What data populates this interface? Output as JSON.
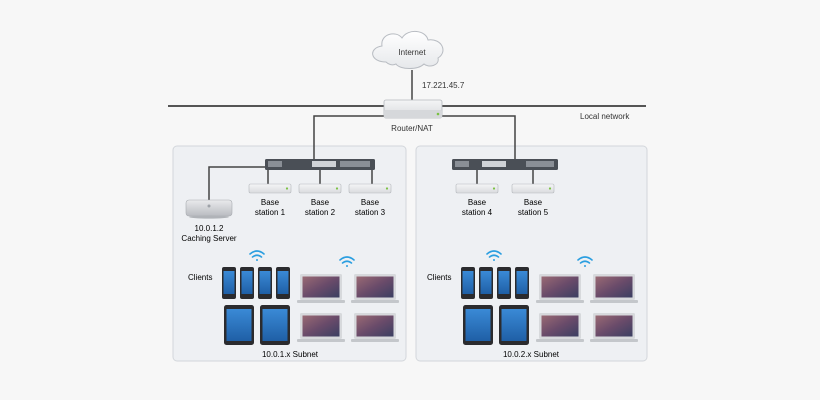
{
  "internet": {
    "label": "Internet"
  },
  "router": {
    "ip": "17.221.45.7",
    "label": "Router/NAT"
  },
  "local_network": {
    "label": "Local network"
  },
  "caching_server": {
    "ip": "10.0.1.2",
    "label": "Caching Server"
  },
  "left_subnet": {
    "label": "10.0.1.x Subnet",
    "clients_label": "Clients",
    "stations": [
      {
        "line1": "Base",
        "line2": "station 1"
      },
      {
        "line1": "Base",
        "line2": "station 2"
      },
      {
        "line1": "Base",
        "line2": "station 3"
      }
    ]
  },
  "right_subnet": {
    "label": "10.0.2.x Subnet",
    "clients_label": "Clients",
    "stations": [
      {
        "line1": "Base",
        "line2": "station 4"
      },
      {
        "line1": "Base",
        "line2": "station 5"
      }
    ]
  },
  "colors": {
    "panel_bg": "#eef0f3",
    "panel_border": "#d3d6db",
    "wire": "#444444",
    "switch_body": "#4a4f56",
    "device_body": "#e8e9eb",
    "status_led": "#7ac143",
    "wifi": "#2a9ee0",
    "screen_blue": "#1d6fb8",
    "laptop_screen": "#7b4e63"
  }
}
